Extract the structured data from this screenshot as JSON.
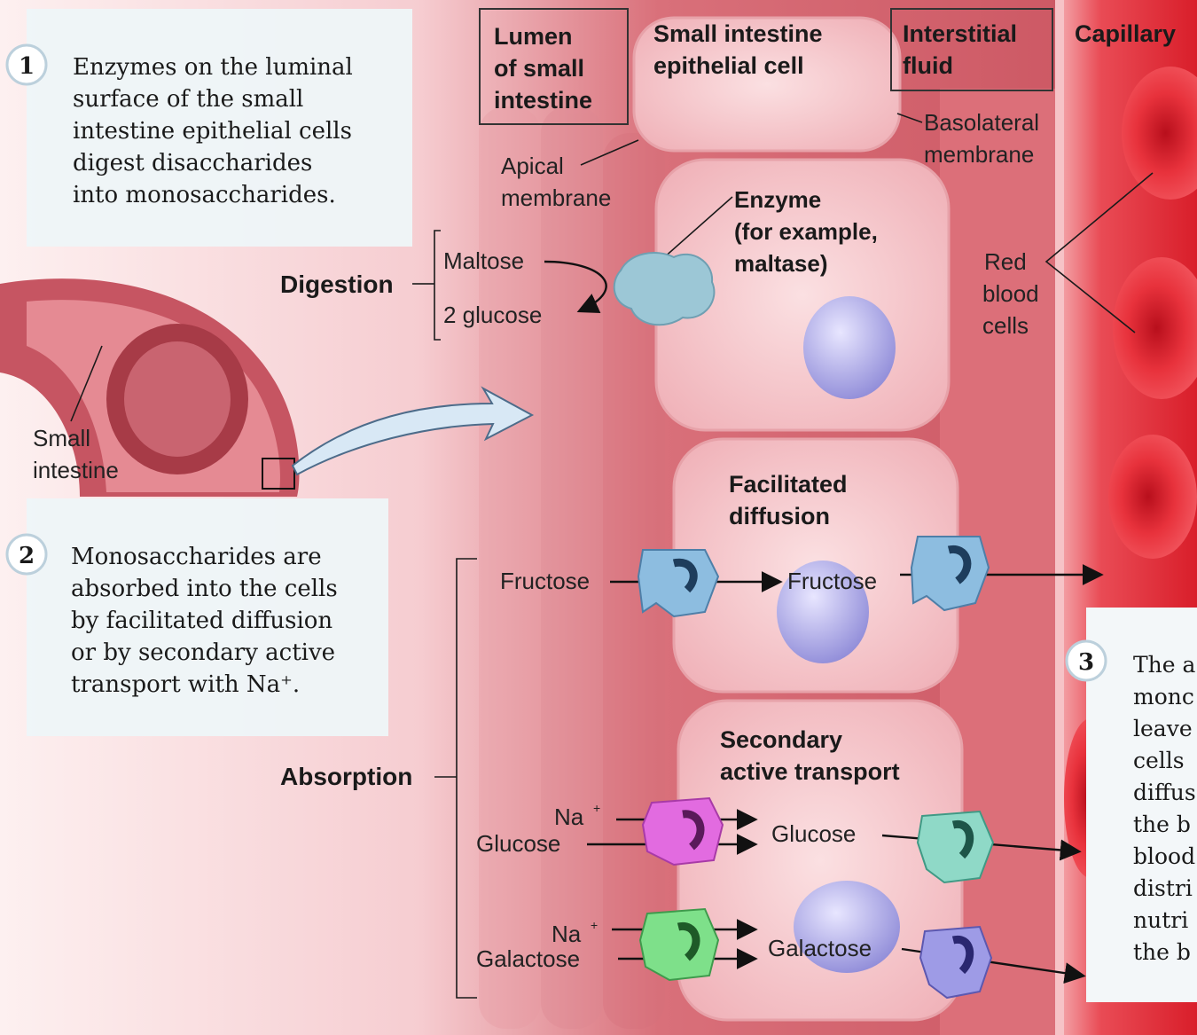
{
  "headers": {
    "lumen": [
      "Lumen",
      "of small",
      "intestine"
    ],
    "epithelial": [
      "Small intestine",
      "epithelial cell"
    ],
    "interstitial": [
      "Interstitial",
      "fluid"
    ],
    "capillary": "Capillary"
  },
  "labels": {
    "apical": [
      "Apical",
      "membrane"
    ],
    "basolateral": [
      "Basolateral",
      "membrane"
    ],
    "enzyme": [
      "Enzyme",
      "(for example,",
      "maltase)"
    ],
    "red_blood_cells": [
      "Red",
      "blood",
      "cells"
    ],
    "small_intestine": [
      "Small",
      "intestine"
    ],
    "digestion": "Digestion",
    "absorption": "Absorption",
    "maltose": "Maltose",
    "two_glucose": "2 glucose",
    "facilitated_diffusion": [
      "Facilitated",
      "diffusion"
    ],
    "secondary_active": [
      "Secondary",
      "active transport"
    ],
    "fructose_in": "Fructose",
    "fructose_out": "Fructose",
    "na1": "Na",
    "na1_sup": "+",
    "glucose_in": "Glucose",
    "glucose_out": "Glucose",
    "na2": "Na",
    "na2_sup": "+",
    "galactose_in": "Galactose",
    "galactose_out": "Galactose"
  },
  "steps": [
    {
      "number": "1",
      "lines": [
        "Enzymes on the luminal",
        "surface of the small",
        "intestine epithelial cells",
        "digest disaccharides",
        "into monosaccharides."
      ]
    },
    {
      "number": "2",
      "lines": [
        "Monosaccharides are",
        "absorbed into the cells",
        "by facilitated diffusion",
        "or by secondary active",
        "transport with Na⁺."
      ]
    },
    {
      "number": "3",
      "lines": [
        "The a",
        "monc",
        "leave",
        "cells",
        "diffus",
        "the b",
        "blood",
        "distri",
        "nutri",
        "the b"
      ]
    }
  ],
  "colors": {
    "tissue_dark": "#c24a55",
    "tissue_light": "#f3b8bd",
    "cell_fill": "#f7c9cc",
    "capillary": "#e0202a",
    "nucleus": "#a9a7e6",
    "enzyme": "#9cc7d6",
    "transporter_blue": "#8dbde0",
    "transporter_magenta": "#e26be0",
    "transporter_green": "#7ee08a",
    "transporter_teal": "#8fd9c7",
    "transporter_violet": "#9e9be6"
  }
}
